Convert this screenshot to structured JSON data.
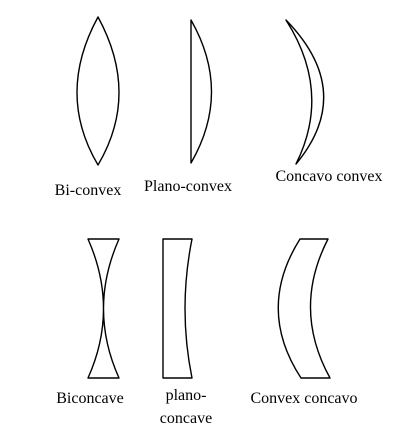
{
  "lenses": [
    {
      "shape": "bi-convex",
      "label_lines": [
        "Bi-convex"
      ]
    },
    {
      "shape": "plano-convex",
      "label_lines": [
        "Plano-convex"
      ]
    },
    {
      "shape": "concavo-convex",
      "label_lines": [
        "Concavo convex"
      ]
    },
    {
      "shape": "biconcave",
      "label_lines": [
        "Biconcave"
      ]
    },
    {
      "shape": "plano-concave",
      "label_lines": [
        "plano-",
        "concave"
      ]
    },
    {
      "shape": "convex-concavo",
      "label_lines": [
        "Convex concavo"
      ]
    }
  ],
  "colors": {
    "stroke": "#000000",
    "background": "#ffffff"
  }
}
